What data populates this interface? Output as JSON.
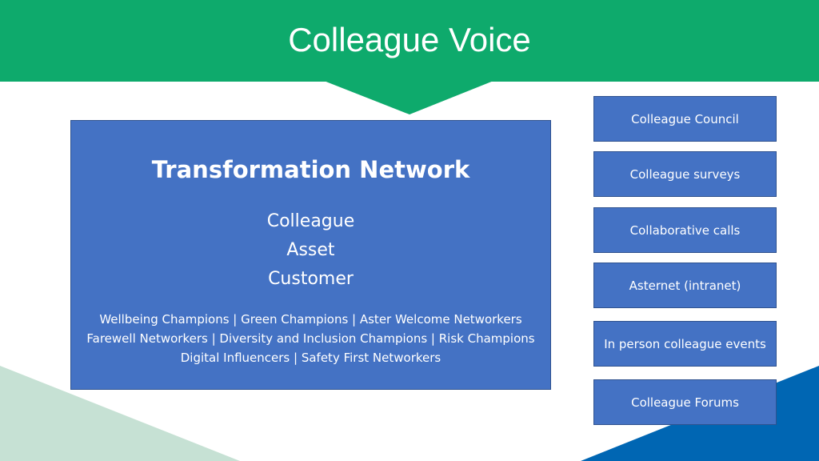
{
  "colors": {
    "banner_green": "#0eaa6c",
    "box_blue": "#4472c4",
    "box_border": "#2f528f",
    "light_green_triangle": "#c6e1d4",
    "dark_blue_triangle": "#0066b3",
    "text": "#ffffff"
  },
  "banner": {
    "title": "Colleague Voice"
  },
  "main": {
    "heading": "Transformation Network",
    "pillars": [
      "Colleague",
      "Asset",
      "Customer"
    ],
    "champion_lines": [
      "Wellbeing Champions | Green Champions | Aster Welcome Networkers",
      "Farewell Networkers | Diversity and Inclusion Champions | Risk Champions",
      "Digital Influencers | Safety First Networkers"
    ]
  },
  "channels": [
    "Colleague Council",
    "Colleague surveys",
    "Collaborative calls",
    "Asternet (intranet)",
    "In person colleague events",
    "Colleague Forums"
  ]
}
